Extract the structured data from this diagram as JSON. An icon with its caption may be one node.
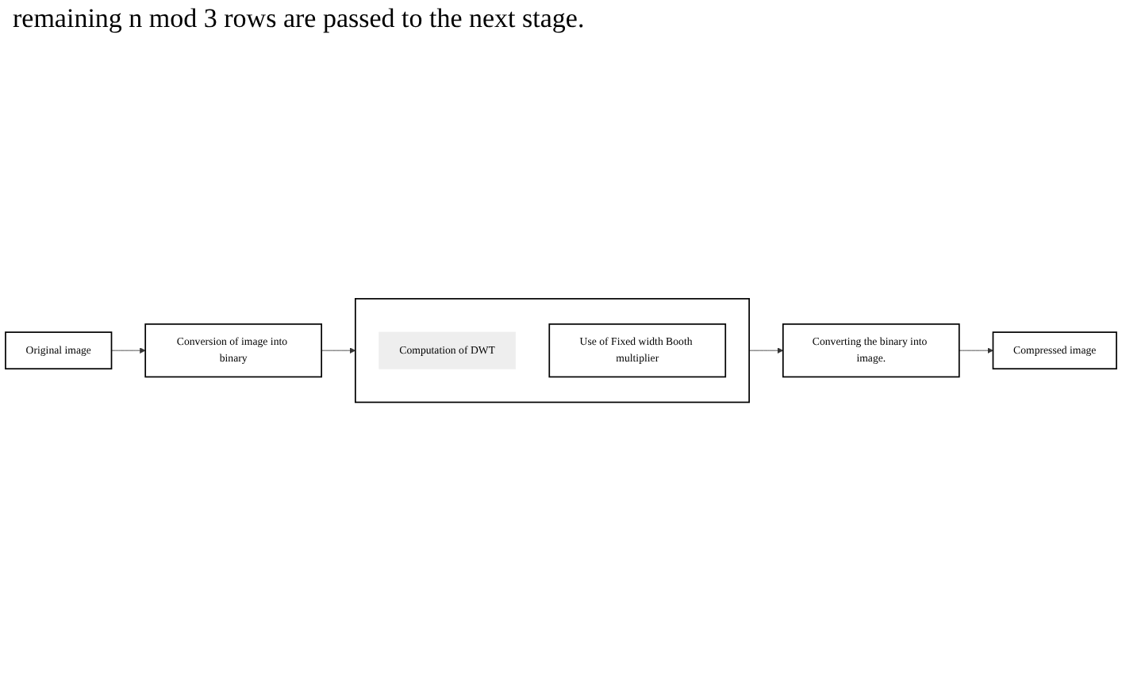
{
  "diagram": {
    "nodes": [
      {
        "text": [
          "Original image"
        ]
      },
      {
        "text": [
          "Conversion of image into binary"
        ]
      },
      {
        "text": [],
        "shape": "box"
      },
      {
        "text": [
          "Computation of DWT"
        ],
        "in": 2
      },
      {
        "text": [
          "Use of Fixed width Booth multiplier"
        ],
        "in": 2
      },
      {
        "text": [
          "Converting the binary into image."
        ]
      },
      {
        "text": [
          "Compressed image"
        ]
      }
    ],
    "edges": [
      {
        "from": 0,
        "to": 1,
        "arrow": "to"
      },
      {
        "from": 1,
        "to": 2,
        "arrow": "to"
      },
      {
        "from": 2,
        "to": 5,
        "arrow": "to"
      },
      {
        "from": 5,
        "to": 6,
        "arrow": "to"
      }
    ],
    "labels": [
      "remaining n mod 3 rows are passed to the next stage."
    ]
  }
}
